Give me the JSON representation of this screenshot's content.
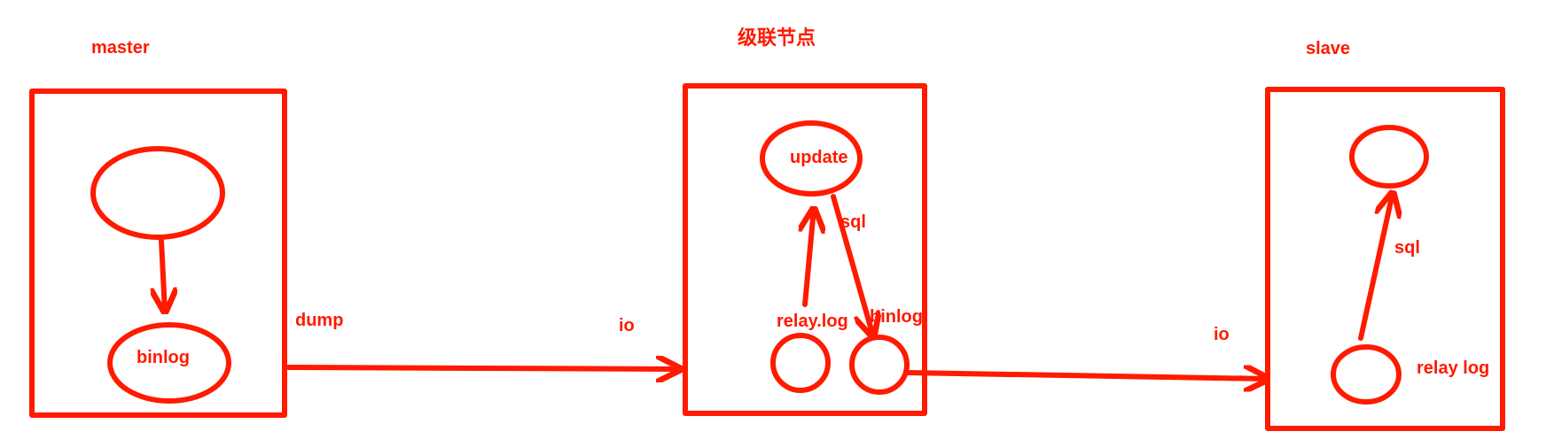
{
  "colors": {
    "stroke": "#ff1a00",
    "text": "#ff1a00",
    "background": "#ffffff"
  },
  "nodes": {
    "master": {
      "title": "master",
      "bottom_label": "binlog"
    },
    "cascade": {
      "title": "级联节点",
      "top_label": "update",
      "left_label": "relay.log",
      "right_label": "binlog"
    },
    "slave": {
      "title": "slave",
      "bottom_label": "relay log"
    }
  },
  "edges": {
    "dump": "dump",
    "io_1": "io",
    "sql_1": "sql",
    "io_2": "io",
    "sql_2": "sql"
  }
}
